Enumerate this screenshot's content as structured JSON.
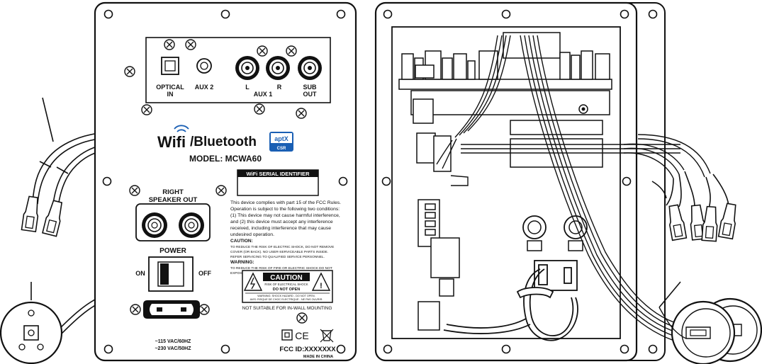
{
  "inputs": {
    "optical": "OPTICAL",
    "optical_line2": "IN",
    "aux2": "AUX 2",
    "aux1_left": "L",
    "aux1_right": "R",
    "aux1": "AUX 1",
    "sub_out": "SUB",
    "sub_out_line2": "OUT"
  },
  "branding": {
    "wifi": "Wifi",
    "bluetooth": "/Bluetooth",
    "aptx": "aptX",
    "aptx_sub": "CSR",
    "model": "MODEL: MCWA60"
  },
  "serial": {
    "header": "WiFi SERIAL IDENTIFIER"
  },
  "speaker_out": {
    "line1": "RIGHT",
    "line2": "SPEAKER OUT"
  },
  "power": {
    "title": "POWER",
    "on": "ON",
    "off": "OFF",
    "voltage_1": "~115 VAC/60HZ",
    "voltage_2": "~230 VAC/50HZ"
  },
  "fcc_text": {
    "line1": "This device complies with part 15 of the FCC Rules.",
    "line2": "Operation is subject to the following two conditions:",
    "line3": "(1) This device may not cause harmful interference,",
    "line4": "and (2) this device must accept any interference",
    "line5": "received, including interference that may cause",
    "line6": "undesired operation."
  },
  "caution_text": {
    "title": "CAUTION:",
    "line1": "TO REDUCE THE RISK OF ELECTRIC SHOCK, DO NOT REMOVE",
    "line2": "COVER (OR BACK). NO USER-SERVICEABLE PARTS INSIDE.",
    "line3": "REFER SERVICING TO QUALIFIED SERVICE PERSONNEL."
  },
  "warning_text": {
    "title": "WARNING:",
    "line1": "TO REDUCE THE RISK OF FIRE OR ELECTRIC SHOCK DO NOT",
    "line2": "EXPOSE THIS EQUIPMENT TO RAIN OR MOISTURE."
  },
  "caution_label": {
    "title": "CAUTION",
    "line1": "RISK OF ELECTRICAL SHOCK",
    "line2": "DO NOT OPEN",
    "line3": "WARNING: SHOCK HAZARD - DO NOT OPEN.",
    "line4": "AVIS: RISQUE DE CHOC ELECTRIQUE - NE PAS OUVRIR."
  },
  "mounting_note": "NOT SUITABLE FOR IN-WALL MOUNTING",
  "fcc_id": "FCC ID:XXXXXXX",
  "made_in": "MADE IN CHINA",
  "cert_marks": {
    "ce": "CE"
  }
}
